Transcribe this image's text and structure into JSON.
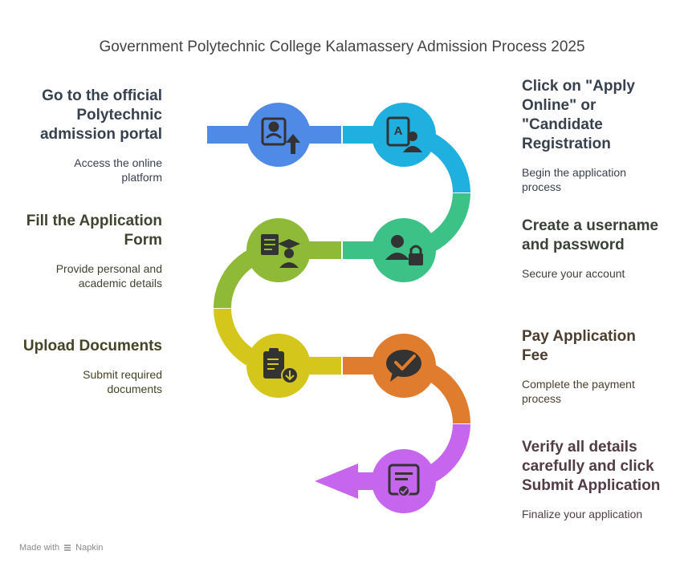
{
  "title": "Government Polytechnic College Kalamassery Admission Process 2025",
  "steps": [
    {
      "heading": "Go to the official Polytechnic admission portal",
      "description": "Access the online platform",
      "color": "#4f8ae6",
      "icon": "user-upload-icon"
    },
    {
      "heading": "Click on \"Apply Online\" or \"Candidate Registration",
      "description": "Begin the application process",
      "color": "#1fb0e0",
      "icon": "user-document-icon"
    },
    {
      "heading": "Create a username and password",
      "description": "Secure your account",
      "color": "#3cc286",
      "icon": "user-lock-icon"
    },
    {
      "heading": "Fill the Application Form",
      "description": "Provide personal and academic details",
      "color": "#8fba37",
      "icon": "graduate-form-icon"
    },
    {
      "heading": "Upload Documents",
      "description": "Submit required documents",
      "color": "#d4c61a",
      "icon": "clipboard-download-icon"
    },
    {
      "heading": "Pay Application Fee",
      "description": "Complete the payment process",
      "color": "#e07c2e",
      "icon": "chat-check-icon"
    },
    {
      "heading": "Verify all details carefully and click Submit Application",
      "description": "Finalize your application",
      "color": "#c665ee",
      "icon": "certificate-check-icon"
    }
  ],
  "text_colors": [
    "#37414e",
    "#37414e",
    "#3a4238",
    "#3e4430",
    "#454426",
    "#4b3e2e",
    "#503c45"
  ],
  "footer": {
    "made_with": "Made with",
    "brand": "Napkin"
  }
}
